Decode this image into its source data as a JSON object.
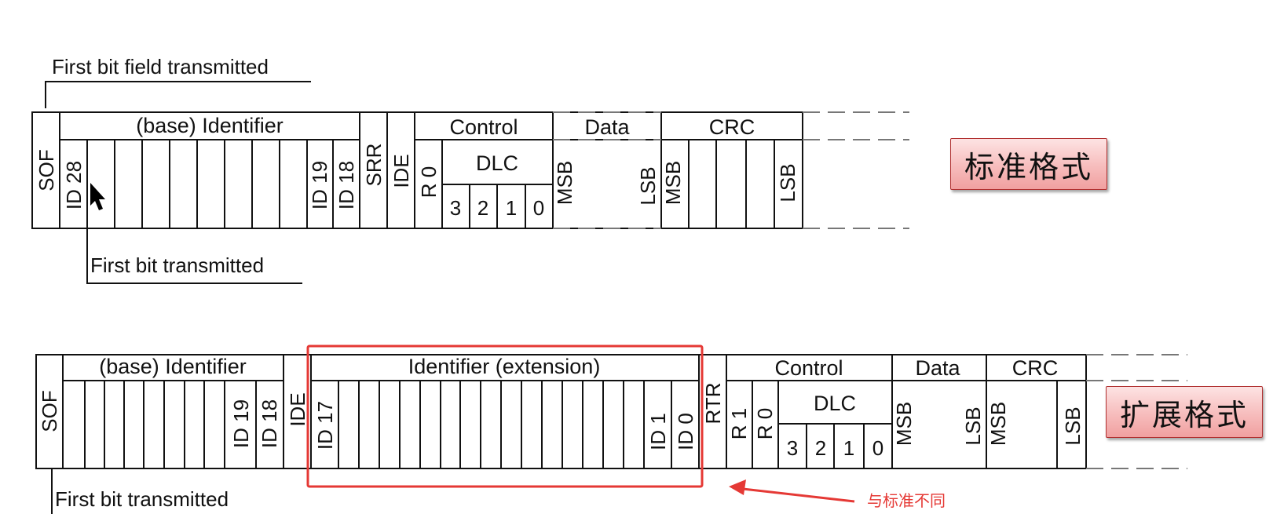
{
  "standard": {
    "first_bit_field": "First bit field transmitted",
    "first_bit": "First bit transmitted",
    "sof": "SOF",
    "identifier": "(base) Identifier",
    "id28": "ID 28",
    "id19": "ID 19",
    "id18": "ID 18",
    "srr": "SRR",
    "ide": "IDE",
    "control": "Control",
    "r0": "R 0",
    "dlc": "DLC",
    "dlc_bits": [
      "3",
      "2",
      "1",
      "0"
    ],
    "data": "Data",
    "msb": "MSB",
    "lsb": "LSB",
    "crc": "CRC",
    "crc_msb": "MSB",
    "crc_lsb": "LSB",
    "badge": "标准格式"
  },
  "extended": {
    "sof": "SOF",
    "identifier": "(base) Identifier",
    "id19": "ID 19",
    "id18": "ID 18",
    "ide": "IDE",
    "ext_identifier": "Identifier (extension)",
    "id17": "ID 17",
    "id1": "ID 1",
    "id0": "ID 0",
    "rtr": "RTR",
    "control": "Control",
    "r1": "R 1",
    "r0": "R 0",
    "dlc": "DLC",
    "dlc_bits": [
      "3",
      "2",
      "1",
      "0"
    ],
    "data": "Data",
    "msb": "MSB",
    "lsb": "LSB",
    "crc": "CRC",
    "crc_msb": "MSB",
    "crc_lsb": "LSB",
    "first_bit": "First bit transmitted",
    "badge": "扩展格式",
    "note": "与标准不同",
    "highlight_color": "#e53935"
  }
}
